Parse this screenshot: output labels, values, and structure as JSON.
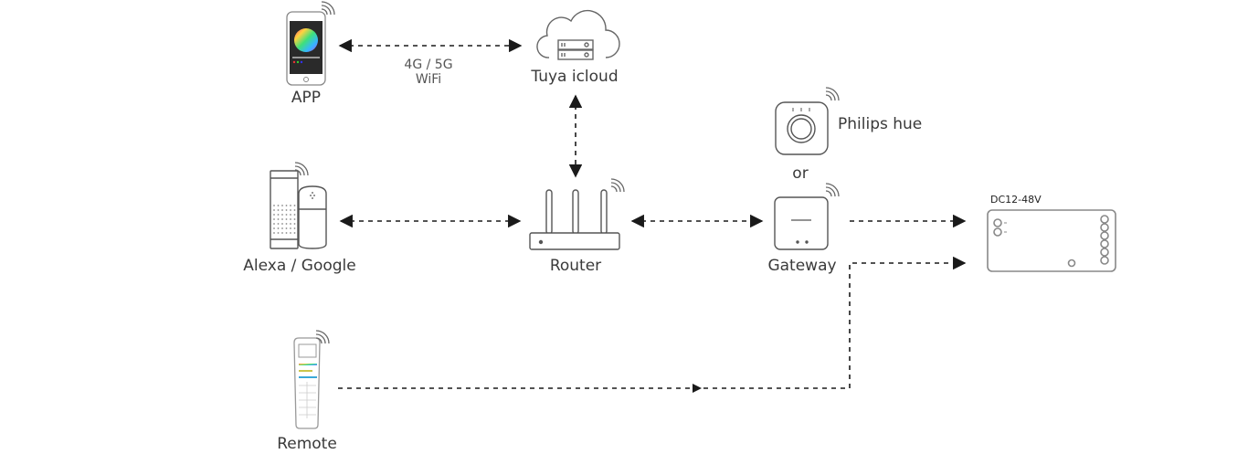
{
  "nodes": {
    "app": {
      "label": "APP"
    },
    "cloud": {
      "label": "Tuya icloud"
    },
    "connection_app_cloud": {
      "line1": "4G / 5G",
      "line2": "WiFi"
    },
    "alexa_google": {
      "label": "Alexa / Google"
    },
    "router": {
      "label": "Router"
    },
    "philips": {
      "label": "Philips hue"
    },
    "or": {
      "label": "or"
    },
    "gateway": {
      "label": "Gateway"
    },
    "controller": {
      "label": "DC12-48V"
    },
    "remote": {
      "label": "Remote"
    }
  },
  "colors": {
    "stroke": "#555555",
    "arrow": "#1a1a1a",
    "text": "#3a3a3a"
  }
}
